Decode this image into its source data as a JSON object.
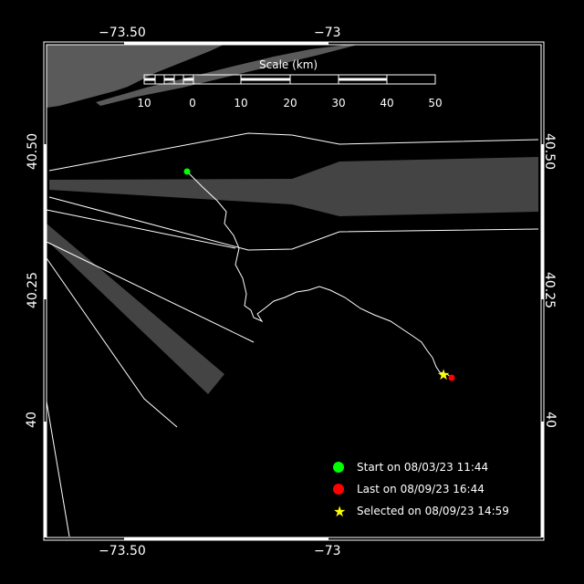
{
  "axes": {
    "lon_ticks": [
      "−73.50",
      "−73"
    ],
    "lat_ticks": [
      "40.50",
      "40.25",
      "40"
    ]
  },
  "scale_bar": {
    "title": "Scale (km)",
    "labels": [
      "10",
      "0",
      "10",
      "20",
      "30",
      "40",
      "50"
    ]
  },
  "legend": {
    "start": "Start on 08/03/23 11:44",
    "last": "Last on 08/09/23 16:44",
    "selected": "Selected on 08/09/23 14:59"
  },
  "colors": {
    "land": "#5a5a5a",
    "start": "#00ff00",
    "last": "#ff0000",
    "selected": "#ffff00",
    "track": "#ffffff"
  }
}
